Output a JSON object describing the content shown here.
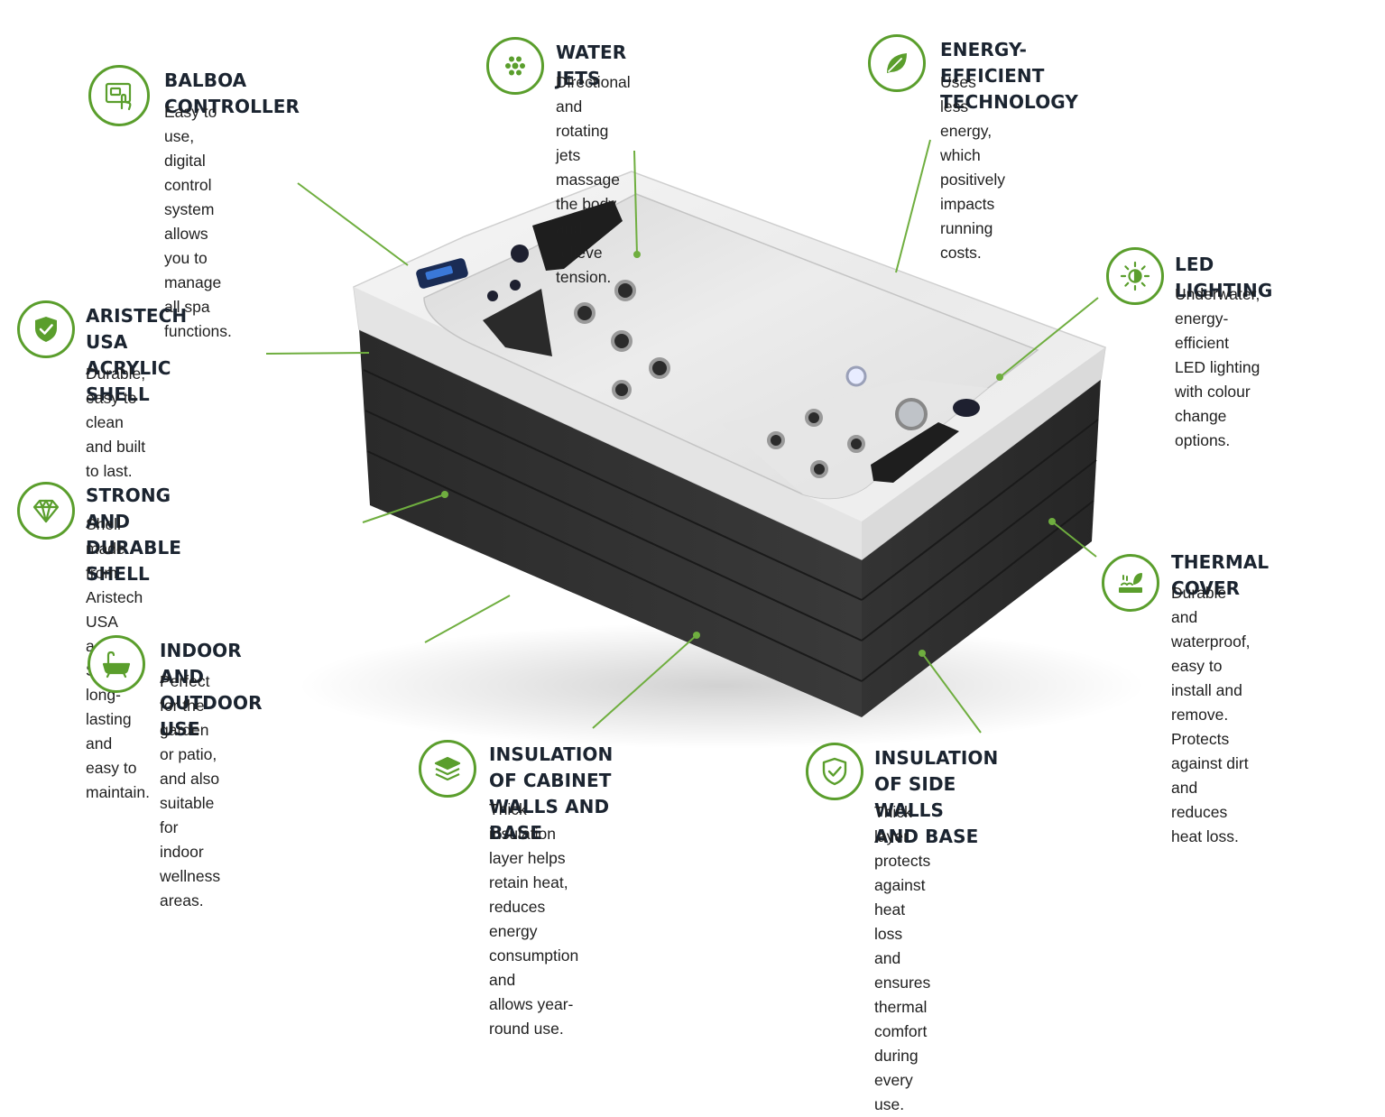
{
  "accent_color": "#5a9e2c",
  "features": {
    "balboa_controller": {
      "icon": "touch-control-panel-icon",
      "title": "BALBOA CONTROLLER",
      "description": "Easy to use, digital control\nsystem allows you to\nmanage all spa functions."
    },
    "water_jets": {
      "icon": "water-jets-icon",
      "title": "WATER JETS",
      "description": "Directional and rotating jets\nmassage the body and\nrelieve tension."
    },
    "energy_efficient": {
      "icon": "leaf-icon",
      "title": "ENERGY-EFFICIENT TECHNOLOGY",
      "description": "Uses less energy, which\npositively impacts running\ncosts."
    },
    "aristech_shell": {
      "icon": "shield-check-icon",
      "title": "ARISTECH USA\nACRYLIC SHELL",
      "description": "Durable, easy to clean\nand built to last."
    },
    "led_lighting": {
      "icon": "sun-light-icon",
      "title": "LED LIGHTING",
      "description": "Underwater, energy-efficient\nLED lighting with colour\nchange options."
    },
    "strong_shell": {
      "icon": "diamond-icon",
      "title": "STRONG AND DURABLE SHELL",
      "description": "Shell made from Aristech USA\nacrylic. Strong, long-lasting\nand easy to maintain."
    },
    "thermal_cover": {
      "icon": "thermal-cover-icon",
      "title": "THERMAL COVER",
      "description": "Durable and waterproof,\neasy to install and remove.\nProtects against dirt\nand reduces heat loss."
    },
    "indoor_outdoor": {
      "icon": "bathtub-icon",
      "title": "INDOOR AND OUTDOOR USE",
      "description": "Perfect for the garden or patio,\nand also suitable for indoor\nwellness areas."
    },
    "cabinet_insulation": {
      "icon": "layers-icon",
      "title": "INSULATION OF CABINET\nWALLS AND BASE",
      "description": "Thick insulation layer helps retain heat,\nreduces energy consumption and\nallows year-round use."
    },
    "side_wall_insulation": {
      "icon": "shield-check-icon",
      "title": "INSULATION OF SIDE WALLS\nAND BASE",
      "description": "Thick layer protects against heat loss\nand ensures thermal comfort\nduring every use."
    }
  }
}
